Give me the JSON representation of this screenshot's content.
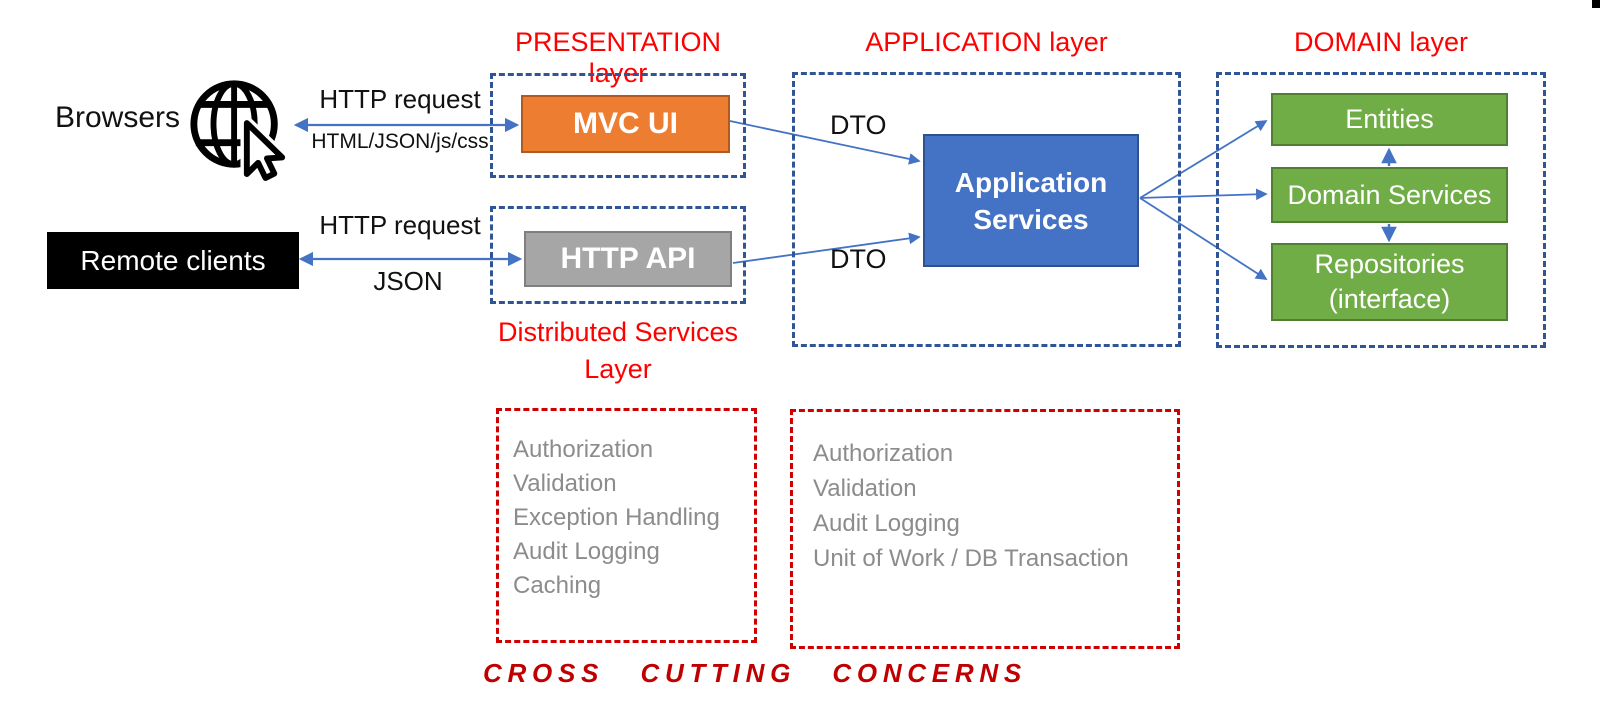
{
  "colors": {
    "layer_title_red": "#FF0000",
    "dashed_red": "#D00000",
    "footer_red": "#C00000",
    "dashed_blue": "#2F5597",
    "arrow_blue": "#4472C4",
    "mvc_orange": "#ED7D31",
    "api_gray": "#A6A6A6",
    "app_blue": "#4472C4",
    "domain_green": "#70AD47",
    "concern_gray": "#8C8C8C"
  },
  "clients": {
    "browsers_label": "Browsers",
    "remote_clients_label": "Remote clients"
  },
  "links": {
    "browser_request_label": "HTTP request",
    "browser_response_label": "HTML/JSON/js/css",
    "remote_request_label": "HTTP request",
    "remote_response_label": "JSON",
    "dto_top_label": "DTO",
    "dto_bottom_label": "DTO"
  },
  "presentation_layer": {
    "title": "PRESENTATION layer",
    "mvc_ui_label": "MVC UI",
    "http_api_label": "HTTP API",
    "distributed_services_line1": "Distributed Services",
    "distributed_services_line2": "Layer"
  },
  "application_layer": {
    "title": "APPLICATION layer",
    "app_services_line1": "Application",
    "app_services_line2": "Services"
  },
  "domain_layer": {
    "title": "DOMAIN layer",
    "entities_label": "Entities",
    "domain_services_label": "Domain Services",
    "repositories_line1": "Repositories",
    "repositories_line2": "(interface)"
  },
  "cross_cutting": {
    "presentation_concerns": [
      "Authorization",
      "Validation",
      "Exception Handling",
      "Audit Logging",
      "Caching"
    ],
    "application_concerns": [
      "Authorization",
      "Validation",
      "Audit Logging",
      "Unit of Work / DB Transaction"
    ],
    "footer": "CROSS CUTTING CONCERNS"
  }
}
